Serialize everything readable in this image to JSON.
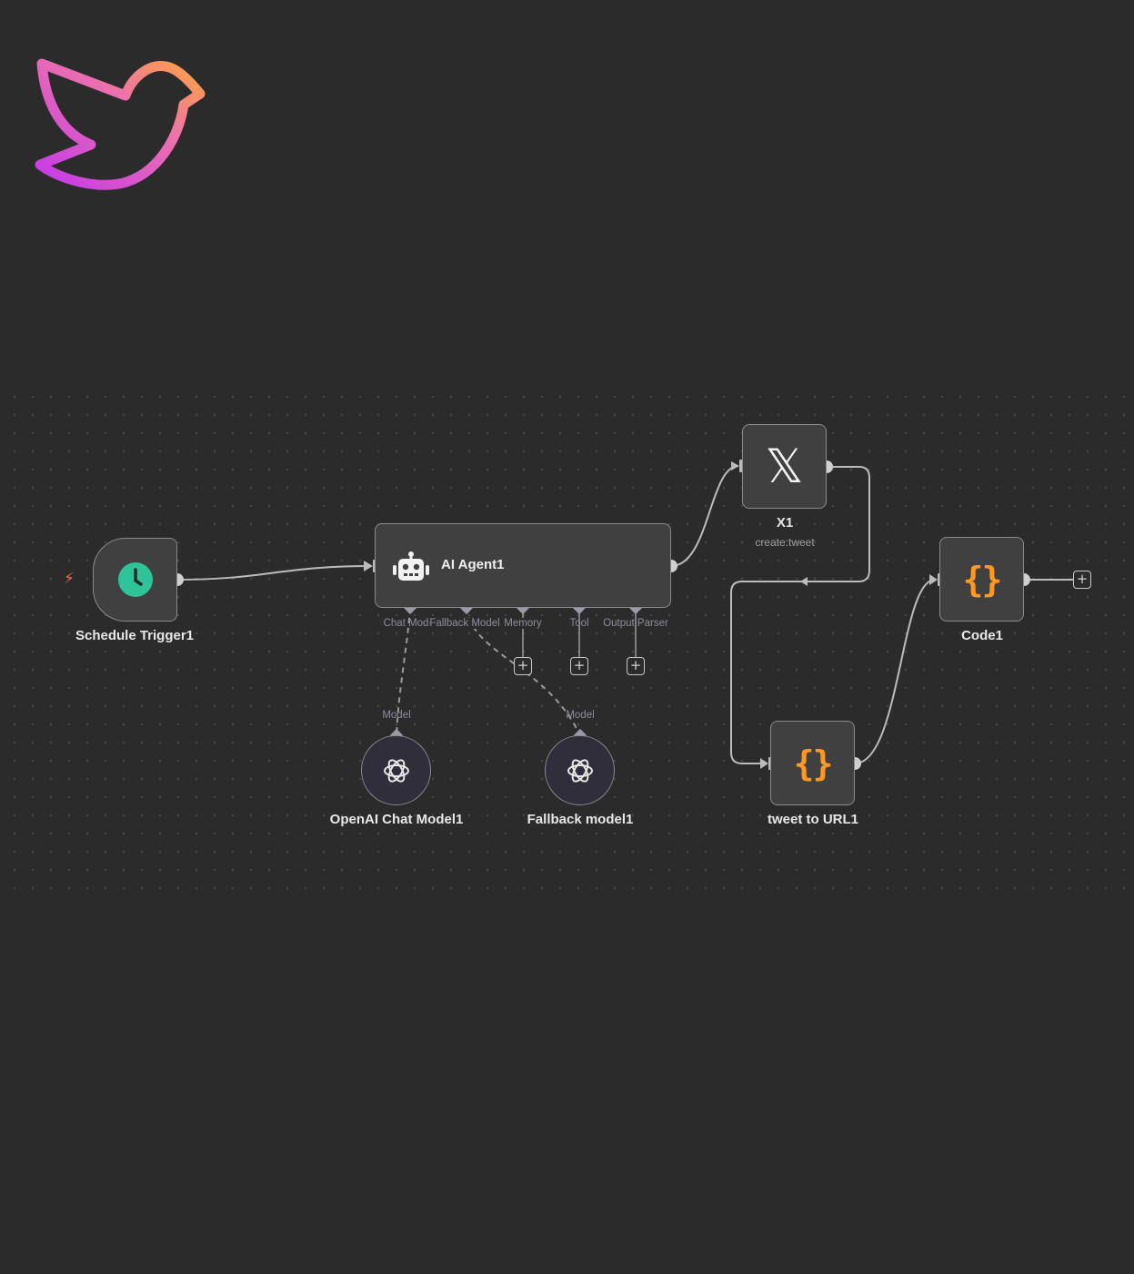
{
  "brand": {
    "logo": "bird-logo-icon",
    "gradient": [
      "#c43ae8",
      "#ff9f43"
    ]
  },
  "colors": {
    "canvas": "#2b2b2b",
    "node_fill": "#404040",
    "node_border": "#8a8a8a",
    "code_icon": "#ff9922",
    "trigger_icon": "#2fc39a",
    "trigger_bolt": "#ff5a4a"
  },
  "nodes": {
    "schedule_trigger": {
      "label": "Schedule Trigger1",
      "icon": "clock-icon"
    },
    "ai_agent": {
      "label": "AI Agent1",
      "icon": "robot-icon",
      "ports": {
        "chat_model": "Chat Model",
        "fallback_model": "Fallback Model",
        "memory": "Memory",
        "tool": "Tool",
        "output_parser": "Output Parser"
      }
    },
    "x1": {
      "label": "X1",
      "subtitle": "create:tweet",
      "icon": "x-logo-icon",
      "glyph": "𝕏"
    },
    "code1": {
      "label": "Code1",
      "icon": "code-braces-icon",
      "glyph": "{}"
    },
    "tweet_to_url": {
      "label": "tweet to URL1",
      "icon": "code-braces-icon",
      "glyph": "{}"
    },
    "openai_chat_model": {
      "label": "OpenAI Chat Model1",
      "port": "Model",
      "icon": "openai-icon"
    },
    "fallback_model": {
      "label": "Fallback model1",
      "port": "Model",
      "icon": "openai-icon"
    }
  },
  "add_button_glyph": "+",
  "trigger_bolt_glyph": "⚡"
}
